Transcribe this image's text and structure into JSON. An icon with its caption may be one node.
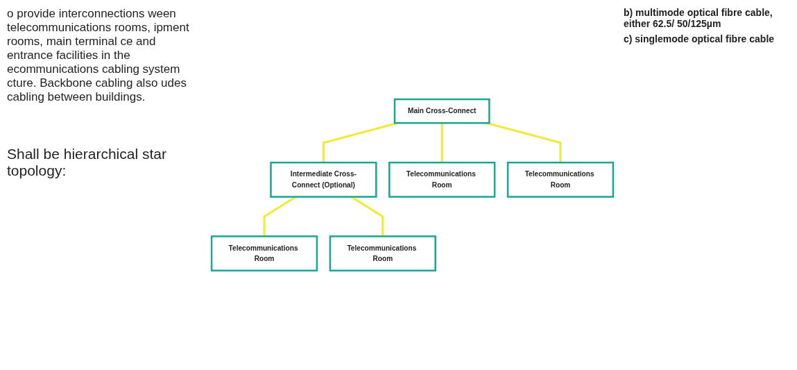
{
  "diagram": {
    "nodes": [
      {
        "text": [
          "Main Cross-Connect"
        ]
      },
      {
        "text": [
          "Intermediate Cross-Connect (Optional)"
        ]
      },
      {
        "text": [
          "Telecommunications Room"
        ]
      },
      {
        "text": [
          "Telecommunications Room"
        ]
      },
      {
        "text": [
          "Telecommunications Room"
        ]
      },
      {
        "text": [
          "Telecommunications Room"
        ]
      }
    ],
    "edges": [
      {
        "from": 0,
        "to": 2,
        "arrow": "none"
      },
      {
        "from": 0,
        "to": 3,
        "arrow": "none"
      },
      {
        "from": 0,
        "to": 1,
        "arrow": "none"
      },
      {
        "from": 1,
        "to": 4,
        "arrow": "none"
      },
      {
        "from": 1,
        "to": 5,
        "arrow": "none"
      }
    ],
    "labels": [
      "o provide interconnections ween telecommunications rooms, ipment rooms, main terminal ce and entrance facilities in the ecommunications cabling system cture. Backbone cabling also udes cabling between buildings.",
      "b) multimode optical fibre cable, either 62.5/ 50/125µm",
      "c) singlemode optical fibre cable",
      "Shall be hierarchical star topology:"
    ]
  }
}
